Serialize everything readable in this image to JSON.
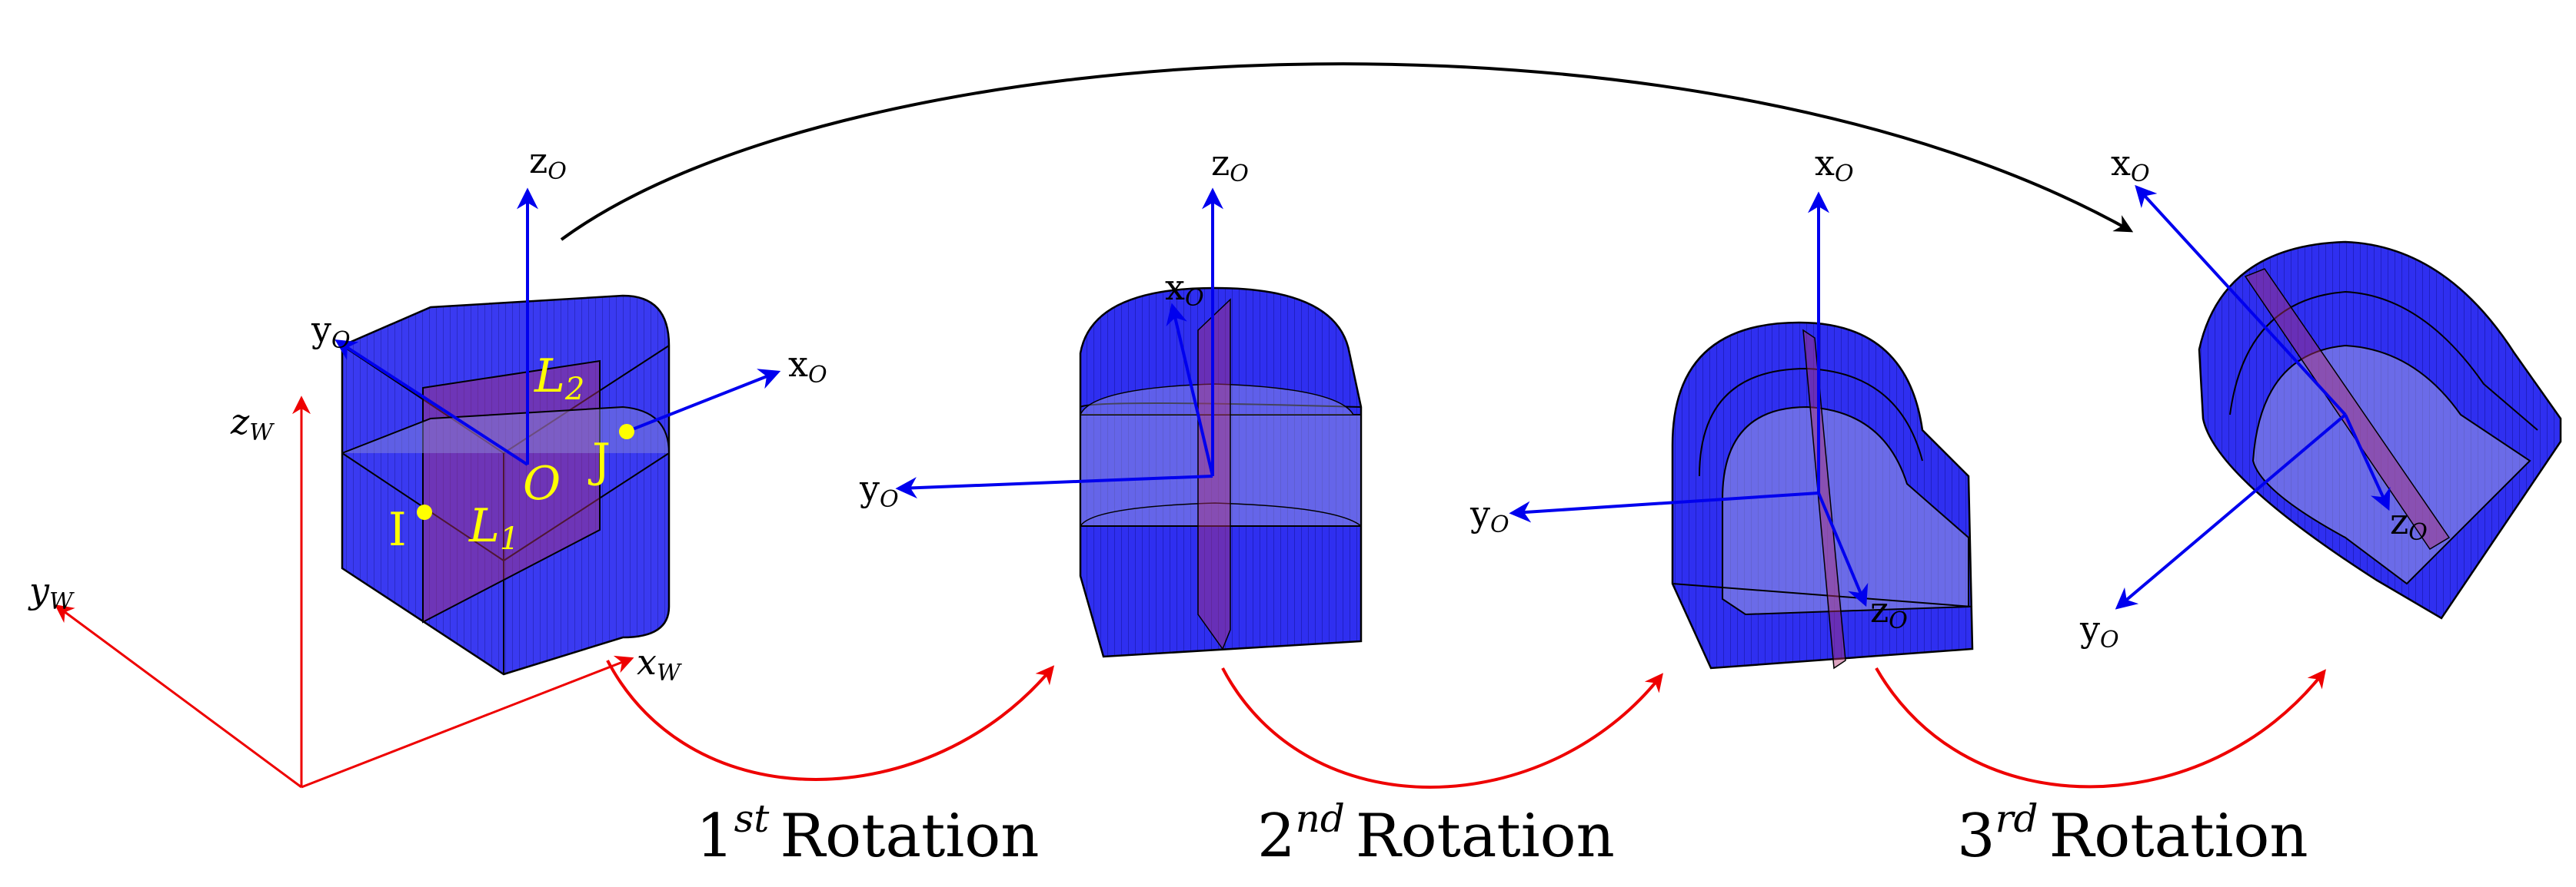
{
  "world_frame": {
    "z": "z",
    "y": "y",
    "x": "x",
    "sub": "W"
  },
  "object_frame": {
    "x": "x",
    "y": "y",
    "z": "z",
    "sub": "O"
  },
  "points": {
    "i": "I",
    "j": "J",
    "origin": "O"
  },
  "lines": {
    "l1_main": "L",
    "l1_sub": "1",
    "l2_main": "L",
    "l2_sub": "2"
  },
  "rotations": [
    {
      "num": "1",
      "sup": "st",
      "word": "Rotation"
    },
    {
      "num": "2",
      "sup": "nd",
      "word": "Rotation"
    },
    {
      "num": "3",
      "sup": "rd",
      "word": "Rotation"
    }
  ],
  "colors": {
    "axis_object": "#0000ee",
    "axis_world": "#ee0000",
    "body_fill": "#2a2ae8",
    "plane": "#b03070",
    "point": "#ffff00",
    "arrow_top": "#000000"
  }
}
